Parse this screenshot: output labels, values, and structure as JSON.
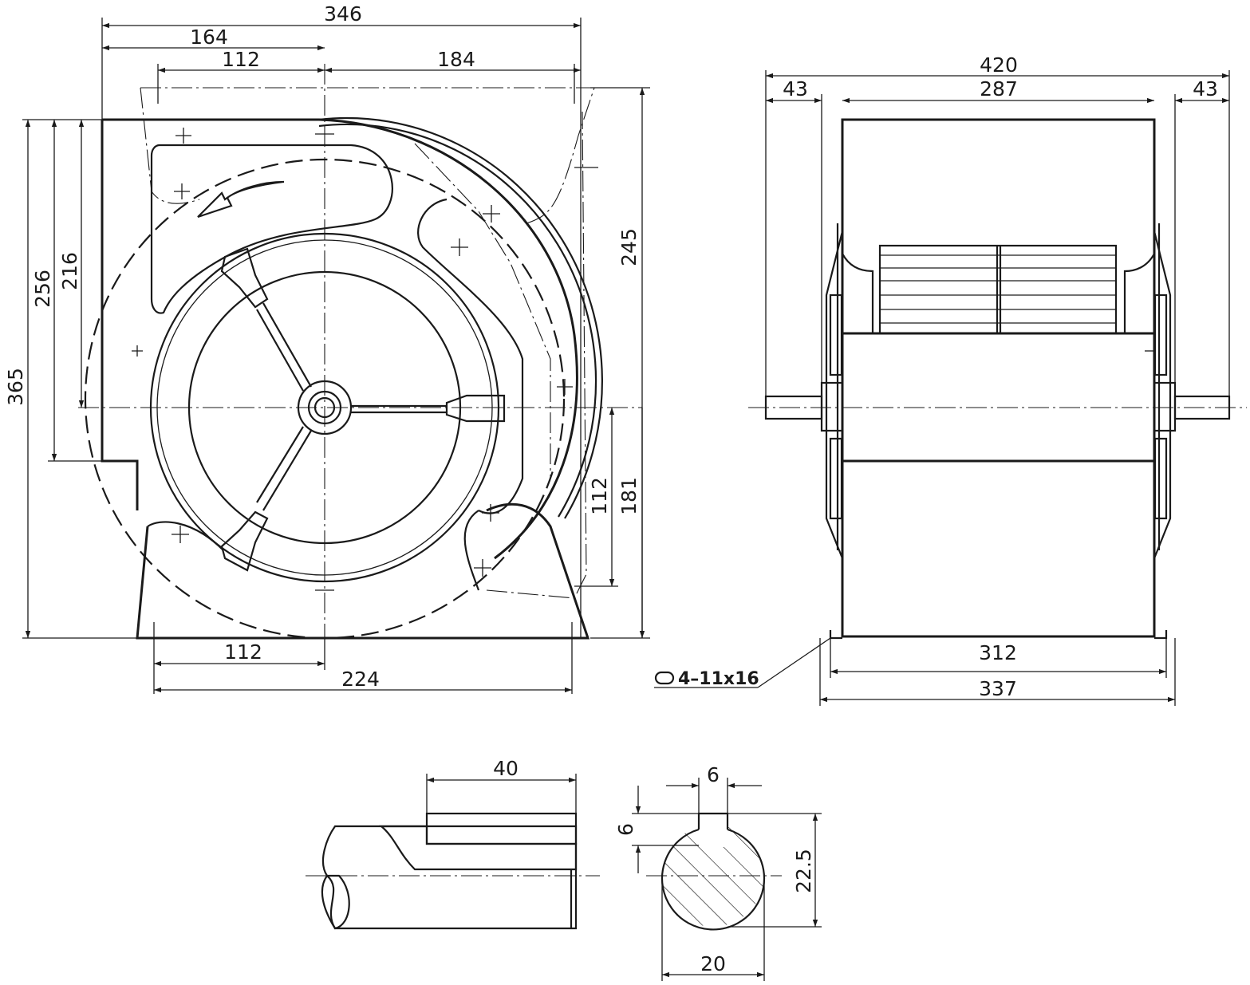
{
  "front_view": {
    "dims": {
      "overall_width": "346",
      "left_to_axis": "164",
      "inlet_left": "112",
      "axis_to_outlet": "184",
      "outlet_height": "245",
      "total_height": "365",
      "height_256": "256",
      "height_216": "216",
      "below_axis_112": "112",
      "below_axis_181": "181",
      "foot_half": "112",
      "foot_span": "224"
    }
  },
  "side_view": {
    "dims": {
      "overall": "420",
      "shaft_left": "43",
      "housing_width": "287",
      "shaft_right": "43",
      "foot_span": "312",
      "foot_overall": "337"
    },
    "hole_note": "4–11x16"
  },
  "shaft_detail": {
    "dims": {
      "key_length": "40",
      "key_width": "6",
      "key_depth": "6",
      "key_height": "22.5",
      "shaft_diameter": "20"
    }
  }
}
